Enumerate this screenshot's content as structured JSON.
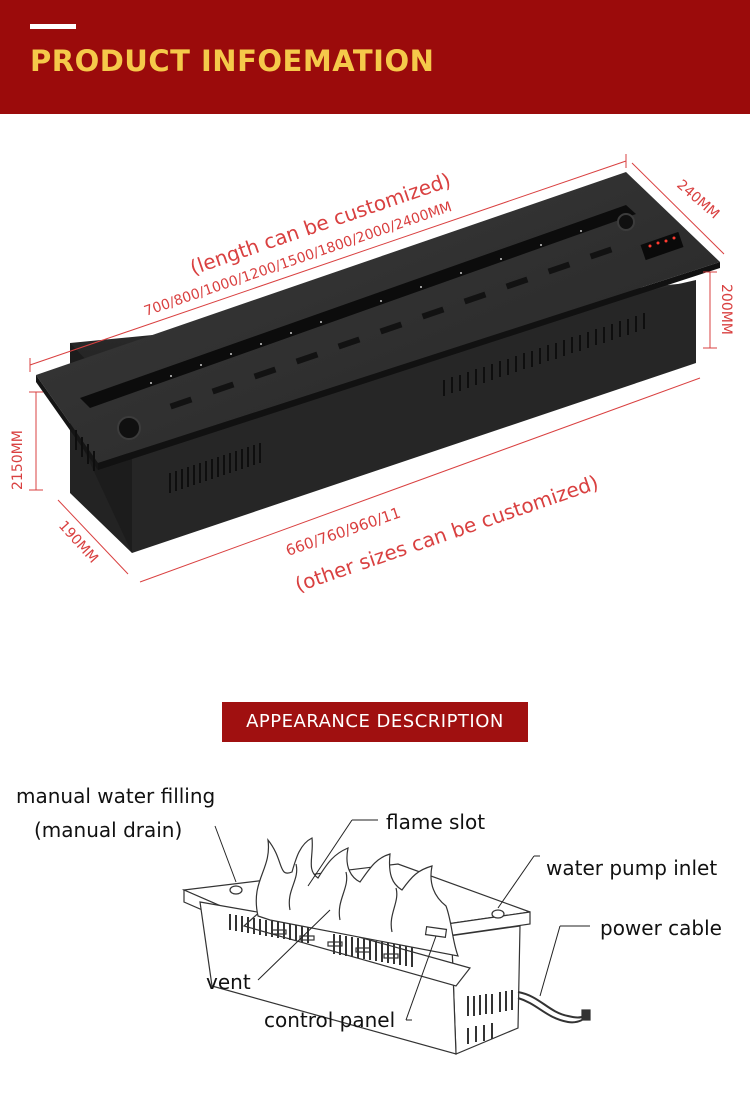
{
  "header": {
    "title": "PRODUCT INFOEMATION"
  },
  "product_dimensions": {
    "length_note": "(length can be customized)",
    "length_values": "700/800/1000/1200/1500/1800/2000/2400MM",
    "depth_top": "240MM",
    "height_right": "200MM",
    "height_left": "2150MM",
    "depth_bottom": "190MM",
    "lower_values": "660/760/960/11",
    "lower_note": "(other sizes can be customized)"
  },
  "appearance": {
    "section_title": "APPEARANCE DESCRIPTION",
    "labels": {
      "manual_water_filling": "manual water filling",
      "manual_drain": "(manual drain)",
      "flame_slot": "flame slot",
      "water_pump_inlet": "water pump inlet",
      "power_cable": "power cable",
      "vent": "vent",
      "control_panel": "control panel"
    }
  },
  "colors": {
    "banner": "#9b0b0b",
    "banner_title": "#f5c94a",
    "dimension_text": "#d94040",
    "section_tag": "#a01010",
    "device_body": "#2b2b2b"
  }
}
